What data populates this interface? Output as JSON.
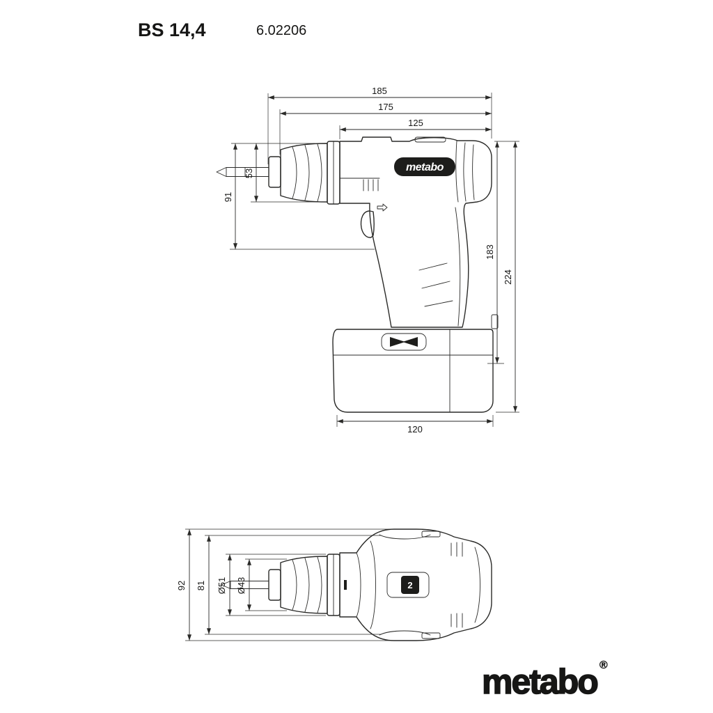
{
  "title": {
    "model": "BS 14,4",
    "article_no": "6.02206"
  },
  "colors": {
    "ink": "#2a2a28",
    "plate_bg": "#1d1d1b",
    "background": "#ffffff"
  },
  "side_view": {
    "brand_plate": "metabo",
    "dims": {
      "d185": "185",
      "d175": "175",
      "d125": "125",
      "d91": "91",
      "d53": "53",
      "d183": "183",
      "d224": "224",
      "d120": "120"
    }
  },
  "top_view": {
    "gear_label": "2",
    "dims": {
      "d92": "92",
      "d81": "81",
      "dia51": "Ø51",
      "dia43": "Ø43"
    }
  },
  "footer": {
    "brand": "metabo",
    "registered": "®"
  }
}
